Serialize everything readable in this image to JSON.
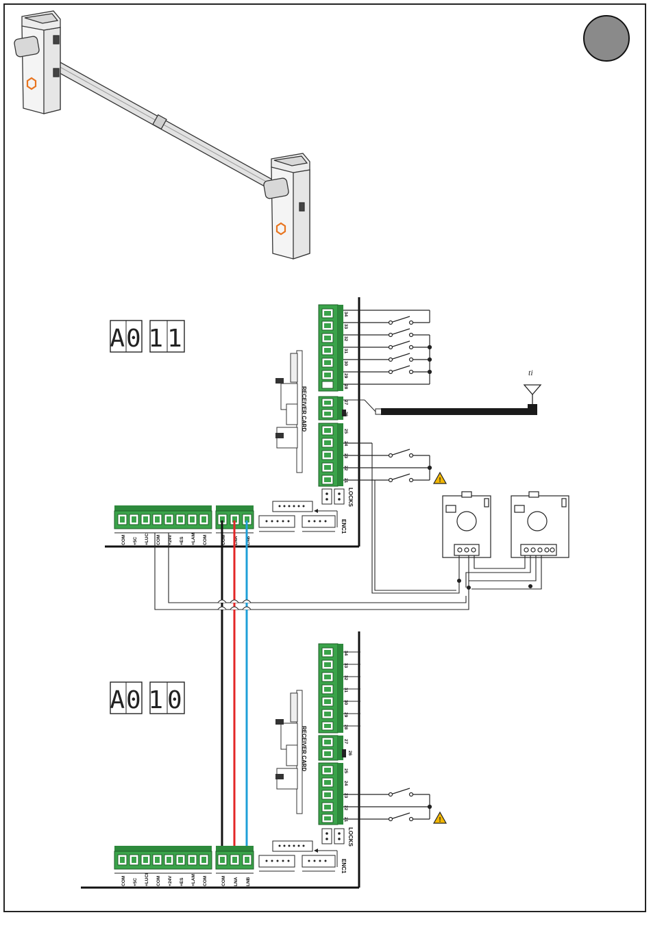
{
  "marker_badge": {
    "color": "#8a8a8a"
  },
  "barrier": {
    "post_color": "#f4f4f4",
    "logo_color": "#e8741e"
  },
  "units": [
    {
      "id": "master",
      "display": {
        "left": "A0",
        "right": "11"
      },
      "receiver_card_label": "RECEIVER CARD",
      "right_terminals": [
        "34",
        "33",
        "32",
        "31",
        "30",
        "29",
        "28",
        "27",
        "26",
        "25",
        "24",
        "23",
        "22",
        "21"
      ],
      "bottom_terminals": [
        "COM",
        "+5C",
        "+LUCI",
        "COM",
        "+24V",
        "+ES",
        "+LAM",
        "COM",
        "COM",
        "LNA",
        "LNB"
      ],
      "locks_label": "LOCKS",
      "enc_label": "ENC1"
    },
    {
      "id": "slave",
      "display": {
        "left": "A0",
        "right": "10"
      },
      "receiver_card_label": "RECEIVER CARD",
      "right_terminals": [
        "34",
        "33",
        "32",
        "31",
        "30",
        "29",
        "28",
        "27",
        "26",
        "25",
        "24",
        "23",
        "22",
        "21"
      ],
      "bottom_terminals": [
        "COM",
        "+5C",
        "+LUCI",
        "COM",
        "+24V",
        "+ES",
        "+LAM",
        "COM",
        "COM",
        "LNA",
        "LNB"
      ],
      "locks_label": "LOCKS",
      "enc_label": "ENC1"
    }
  ],
  "antenna_label": "ti",
  "wire_colors": {
    "black": "#111111",
    "red": "#e32626",
    "blue": "#1e9fd8"
  },
  "terminal_color": "#3aa34a",
  "warning_color": "#f2b705"
}
